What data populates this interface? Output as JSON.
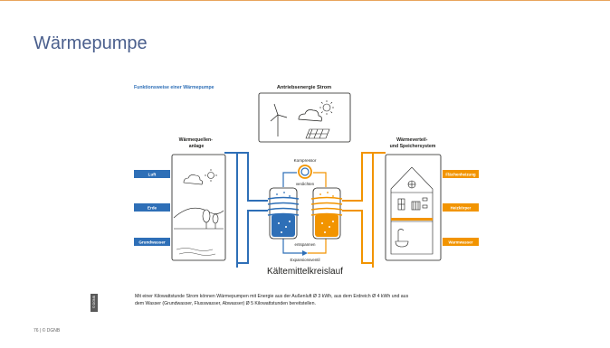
{
  "slide": {
    "title": "Wärmepumpe",
    "subtitle": "Funktionsweise einer Wärmepumpe",
    "caption_line1": "Mit einer Kilowattstunde Strom können Wärmepumpen mit Energie aus der Außenluft Ø 3 kWh, aus dem Erdreich Ø 4 kWh und aus",
    "caption_line2": "dem Wasser (Grundwasser, Flusswasser, Abwasser) Ø 5 Kilowattstunden bereitstellen.",
    "footer": "76 | © DGNB",
    "vertical_tag": "© DGNB"
  },
  "diagram": {
    "drive_title": "Antriebsenergie Strom",
    "source_title_1": "Wärmequellen-",
    "source_title_2": "anlage",
    "dist_title_1": "Wärmeverteil-",
    "dist_title_2": "und Speichersystem",
    "sources": [
      "Luft",
      "Erde",
      "Grundwasser"
    ],
    "sinks": [
      "Flächenheizung",
      "Heizkörper",
      "Warmwasser"
    ],
    "compressor": "Kompressor",
    "compress_label": "verdichten",
    "expand_label": "entspannen",
    "valve": "Expansionsventil",
    "cycle_title": "Kältemittelkreislauf",
    "colors": {
      "blue": "#2e6fb7",
      "orange": "#f29400",
      "dark": "#1d1d1b",
      "title": "#4a5f8d"
    }
  }
}
